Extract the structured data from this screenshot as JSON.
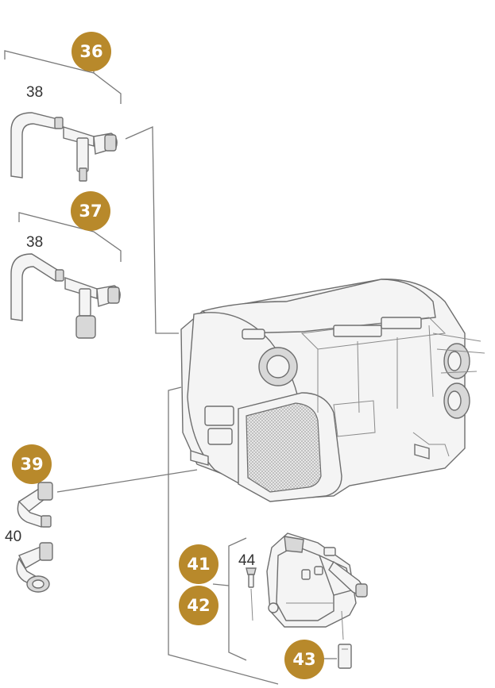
{
  "accent_color": "#b8892b",
  "callouts": {
    "c36": "36",
    "c37": "37",
    "c39": "39",
    "c41": "41",
    "c42": "42",
    "c43": "43"
  },
  "labels": {
    "l38a": "38",
    "l38b": "38",
    "l40": "40",
    "l44": "44"
  }
}
